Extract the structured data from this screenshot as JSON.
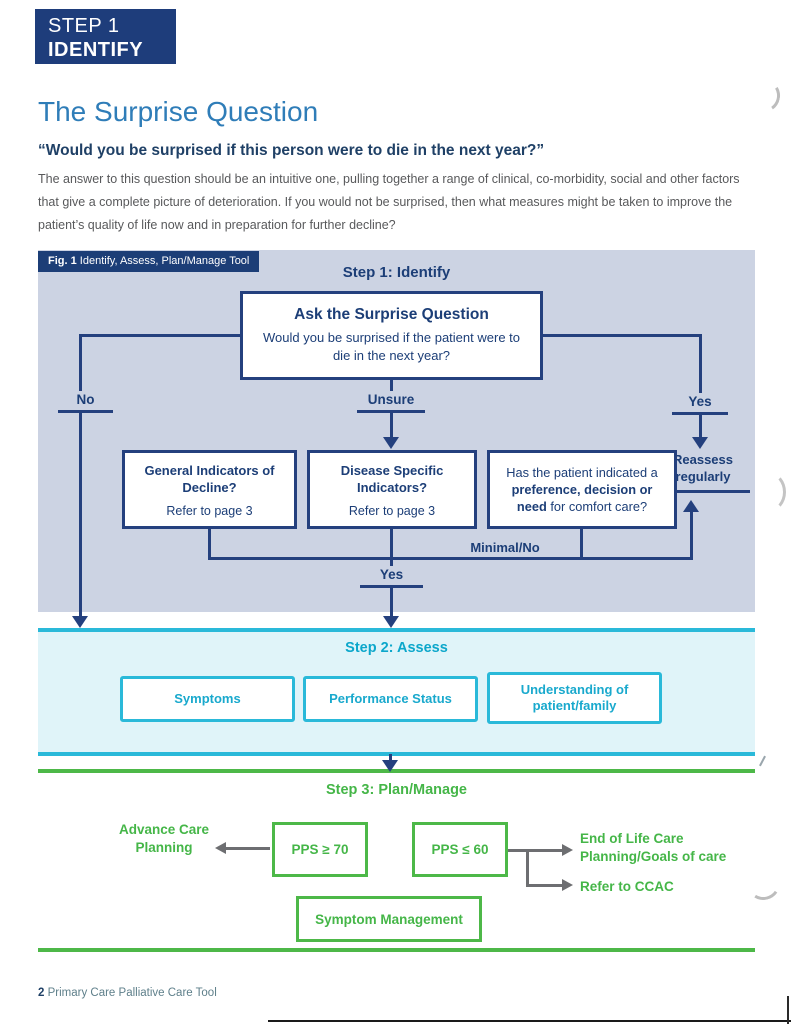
{
  "colors": {
    "navy": "#24407e",
    "navy_text": "#1c3e77",
    "heading_blue": "#2f7db8",
    "step1_bg": "#ccd3e3",
    "cyan": "#2ab9d9",
    "green": "#4db848",
    "body_gray": "#58595b"
  },
  "header": {
    "badge_line1": "STEP 1",
    "badge_line2": "IDENTIFY",
    "title": "The Surprise Question",
    "quote": "“Would you be surprised if this person were to die in the next year?”",
    "intro": "The answer to this question should be an intuitive one, pulling together a range of clinical, co-morbidity, social and other factors that give a complete picture of deterioration. If you would not be surprised, then what measures might be taken to improve the patient’s quality of life now and in preparation for further decline?"
  },
  "figure": {
    "caption_bold": "Fig. 1",
    "caption_rest": " Identify, Assess, Plan/Manage Tool",
    "step1": {
      "title": "Step 1: Identify",
      "ask_box": {
        "title": "Ask the Surprise Question",
        "body": "Would you be surprised if the patient were to die in the next year?"
      },
      "labels": {
        "no": "No",
        "unsure": "Unsure",
        "yes": "Yes",
        "minimal_no": "Minimal/No",
        "yes2": "Yes"
      },
      "boxes": {
        "general": {
          "title": "General Indicators of Decline?",
          "body": "Refer to page 3"
        },
        "disease": {
          "title": "Disease Specific Indicators?",
          "body": "Refer to page 3"
        },
        "preference": {
          "pre": "Has the patient indicated a ",
          "bold": "preference, decision or need",
          "post": " for comfort care?"
        }
      },
      "reassess": "Reassess regularly"
    },
    "step2": {
      "title": "Step 2: Assess",
      "boxes": [
        "Symptoms",
        "Performance Status",
        "Understanding of patient/family"
      ]
    },
    "step3": {
      "title": "Step 3: Plan/Manage",
      "advance_care": "Advance Care Planning",
      "pps_high": "PPS ≥ 70",
      "pps_low": "PPS ≤ 60",
      "end_of_life": "End of Life Care Planning/Goals of care",
      "refer_ccac": "Refer to CCAC",
      "symptom_management": "Symptom Management"
    }
  },
  "footer": {
    "page_number": "2",
    "text": " Primary Care Palliative Care Tool"
  }
}
